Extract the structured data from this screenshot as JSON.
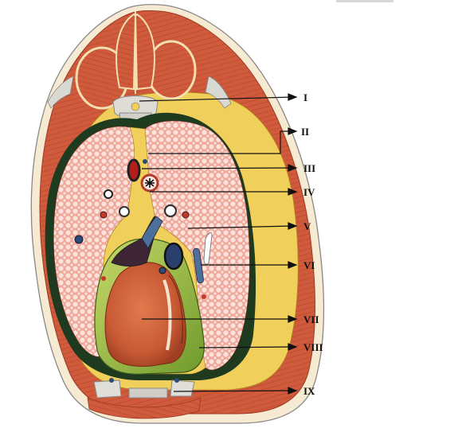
{
  "labels": {
    "I": "I",
    "II": "II",
    "III": "III",
    "IV": "IV",
    "V": "V",
    "VI": "VI",
    "VII": "VII",
    "VIII": "VIII",
    "IX": "IX"
  },
  "colors": {
    "skin": "#f4e2c4",
    "muscle": "#cf5a3c",
    "fat": "#f2d35c",
    "lung": "#f0b2a6",
    "pleura": "#1f3b20",
    "heart": "#c95a35",
    "pericardium": "#8fb341",
    "bone": "#d8d8d2",
    "arrow": "#111111"
  }
}
